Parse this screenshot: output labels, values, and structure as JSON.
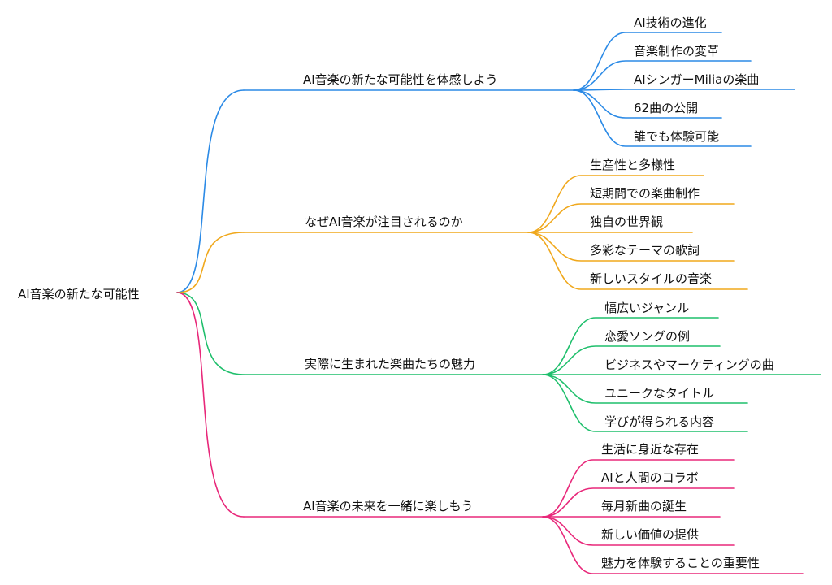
{
  "root": {
    "label": "AI音楽の新たな可能性",
    "branches": [
      {
        "label": "AI音楽の新たな可能性を体感しよう",
        "color": "#2b8ae6",
        "leaves": [
          "AI技術の進化",
          "音楽制作の変革",
          "AIシンガーMiliaの楽曲",
          "62曲の公開",
          "誰でも体験可能"
        ]
      },
      {
        "label": "なぜAI音楽が注目されるのか",
        "color": "#f0a81c",
        "leaves": [
          "生産性と多様性",
          "短期間での楽曲制作",
          "独自の世界観",
          "多彩なテーマの歌詞",
          "新しいスタイルの音楽"
        ]
      },
      {
        "label": "実際に生まれた楽曲たちの魅力",
        "color": "#1fbf6c",
        "leaves": [
          "幅広いジャンル",
          "恋愛ソングの例",
          "ビジネスやマーケティングの曲",
          "ユニークなタイトル",
          "学びが得られる内容"
        ]
      },
      {
        "label": "AI音楽の未来を一緒に楽しもう",
        "color": "#e8287a",
        "leaves": [
          "生活に身近な存在",
          "AIと人間のコラボ",
          "毎月新曲の誕生",
          "新しい価値の提供",
          "魅力を体験することの重要性"
        ]
      }
    ]
  }
}
